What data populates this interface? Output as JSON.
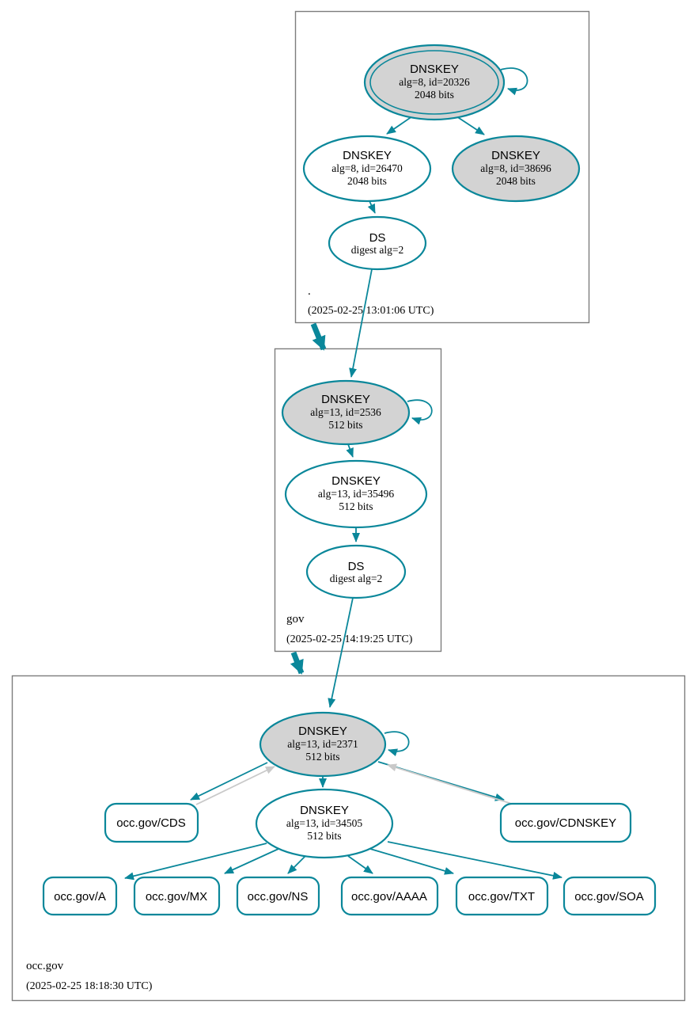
{
  "diagram": {
    "kind": "dnssec-authentication-chain",
    "colors": {
      "secure_edge": "#0a879a",
      "ksk_fill": "#d3d3d3",
      "zsk_fill": "#ffffff",
      "warning_edge": "#c9c9c9",
      "zone_border": "#7d7d7d"
    },
    "zones": {
      "root": {
        "label": ".",
        "timestamp": "(2025-02-25 13:01:06 UTC)",
        "ksk": {
          "type": "DNSKEY",
          "params": "alg=8, id=20326",
          "size": "2048 bits"
        },
        "zsk": {
          "type": "DNSKEY",
          "params": "alg=8, id=26470",
          "size": "2048 bits"
        },
        "key3": {
          "type": "DNSKEY",
          "params": "alg=8, id=38696",
          "size": "2048 bits"
        },
        "ds": {
          "type": "DS",
          "params": "digest alg=2"
        }
      },
      "gov": {
        "label": "gov",
        "timestamp": "(2025-02-25 14:19:25 UTC)",
        "ksk": {
          "type": "DNSKEY",
          "params": "alg=13, id=2536",
          "size": "512 bits"
        },
        "zsk": {
          "type": "DNSKEY",
          "params": "alg=13, id=35496",
          "size": "512 bits"
        },
        "ds": {
          "type": "DS",
          "params": "digest alg=2"
        }
      },
      "occ_gov": {
        "label": "occ.gov",
        "timestamp": "(2025-02-25 18:18:30 UTC)",
        "ksk": {
          "type": "DNSKEY",
          "params": "alg=13, id=2371",
          "size": "512 bits"
        },
        "zsk": {
          "type": "DNSKEY",
          "params": "alg=13, id=34505",
          "size": "512 bits"
        },
        "cds": "occ.gov/CDS",
        "cdnskey": "occ.gov/CDNSKEY",
        "rrsets": [
          "occ.gov/A",
          "occ.gov/MX",
          "occ.gov/NS",
          "occ.gov/AAAA",
          "occ.gov/TXT",
          "occ.gov/SOA"
        ]
      }
    }
  }
}
